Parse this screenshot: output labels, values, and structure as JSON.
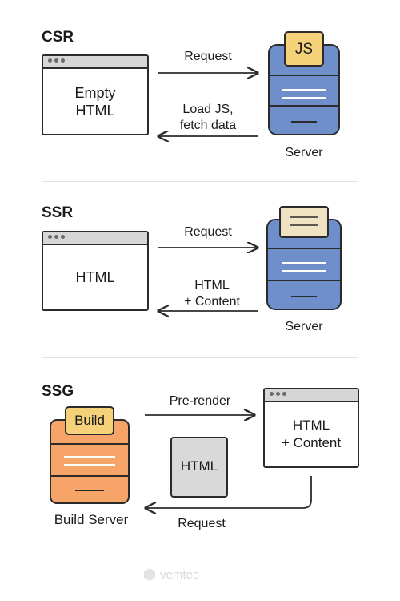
{
  "csr": {
    "title": "CSR",
    "browser_text": "Empty\nHTML",
    "request_label": "Request",
    "response_label": "Load JS,\nfetch data",
    "server_badge": "JS",
    "server_label": "Server"
  },
  "ssr": {
    "title": "SSR",
    "browser_text": "HTML",
    "request_label": "Request",
    "response_label": "HTML\n+ Content",
    "server_label": "Server"
  },
  "ssg": {
    "title": "SSG",
    "build_badge": "Build",
    "build_label": "Build Server",
    "prerender_label": "Pre-render",
    "html_file_text": "HTML",
    "browser_text": "HTML\n+ Content",
    "request_label": "Request"
  },
  "watermark": "vemtee",
  "colors": {
    "server_blue": "#6f8fcb",
    "badge_yellow": "#f5d27a",
    "paper_beige": "#efe3c3",
    "build_orange": "#f6a468",
    "file_gray": "#d9d9d9"
  }
}
